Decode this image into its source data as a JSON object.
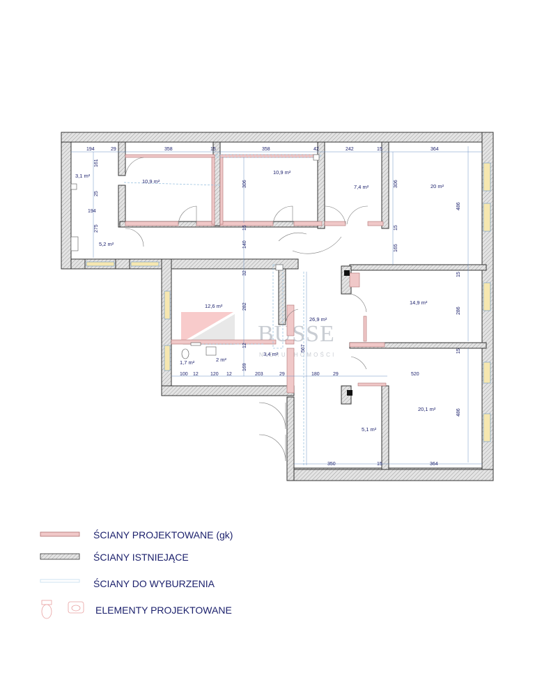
{
  "watermark": {
    "main": "BUSSE",
    "sub": "NIERUCHOMOŚCI"
  },
  "colors": {
    "existing_wall": "#d9d9d9",
    "projected_wall": "#f0c8c8",
    "demolished_wall": "#cfe3f2",
    "dimension": "#1a1f6b",
    "logo_red": "#e03030"
  },
  "rooms": [
    {
      "id": "wc-top",
      "area": "3,1 m²"
    },
    {
      "id": "hall-left",
      "area": "5,2 m²"
    },
    {
      "id": "room-a",
      "area": "10,9 m²"
    },
    {
      "id": "room-b",
      "area": "10,9 m²"
    },
    {
      "id": "room-c",
      "area": "7,4 m²"
    },
    {
      "id": "room-d",
      "area": "20 m²"
    },
    {
      "id": "room-e",
      "area": "12,6 m²"
    },
    {
      "id": "corridor",
      "area": "26,9 m²"
    },
    {
      "id": "room-f",
      "area": "14,9 m²"
    },
    {
      "id": "wc-small",
      "area": "1,7 m²"
    },
    {
      "id": "bath",
      "area": "2 m²"
    },
    {
      "id": "store",
      "area": "3,4 m²"
    },
    {
      "id": "room-g",
      "area": "5,1 m²"
    },
    {
      "id": "room-h",
      "area": "20,1 m²"
    }
  ],
  "dimensions": [
    "194",
    "29",
    "358",
    "15",
    "358",
    "42",
    "242",
    "15",
    "364",
    "161",
    "25",
    "194",
    "275",
    "306",
    "15",
    "140",
    "306",
    "15",
    "165",
    "486",
    "32",
    "282",
    "12",
    "169",
    "567",
    "15",
    "286",
    "15",
    "100",
    "12",
    "120",
    "12",
    "203",
    "29",
    "180",
    "29",
    "520",
    "486",
    "350",
    "15",
    "364"
  ],
  "legend": [
    {
      "label": "ŚCIANY PROJEKTOWANE (gk)",
      "icon": "projected-wall-icon"
    },
    {
      "label": "ŚCIANY ISTNIEJĄCE",
      "icon": "existing-wall-icon"
    },
    {
      "label": "ŚCIANY DO WYBURZENIA",
      "icon": "demolished-wall-icon"
    },
    {
      "label": "ELEMENTY PROJEKTOWANE",
      "icon": "toilet-sink-icon"
    }
  ]
}
